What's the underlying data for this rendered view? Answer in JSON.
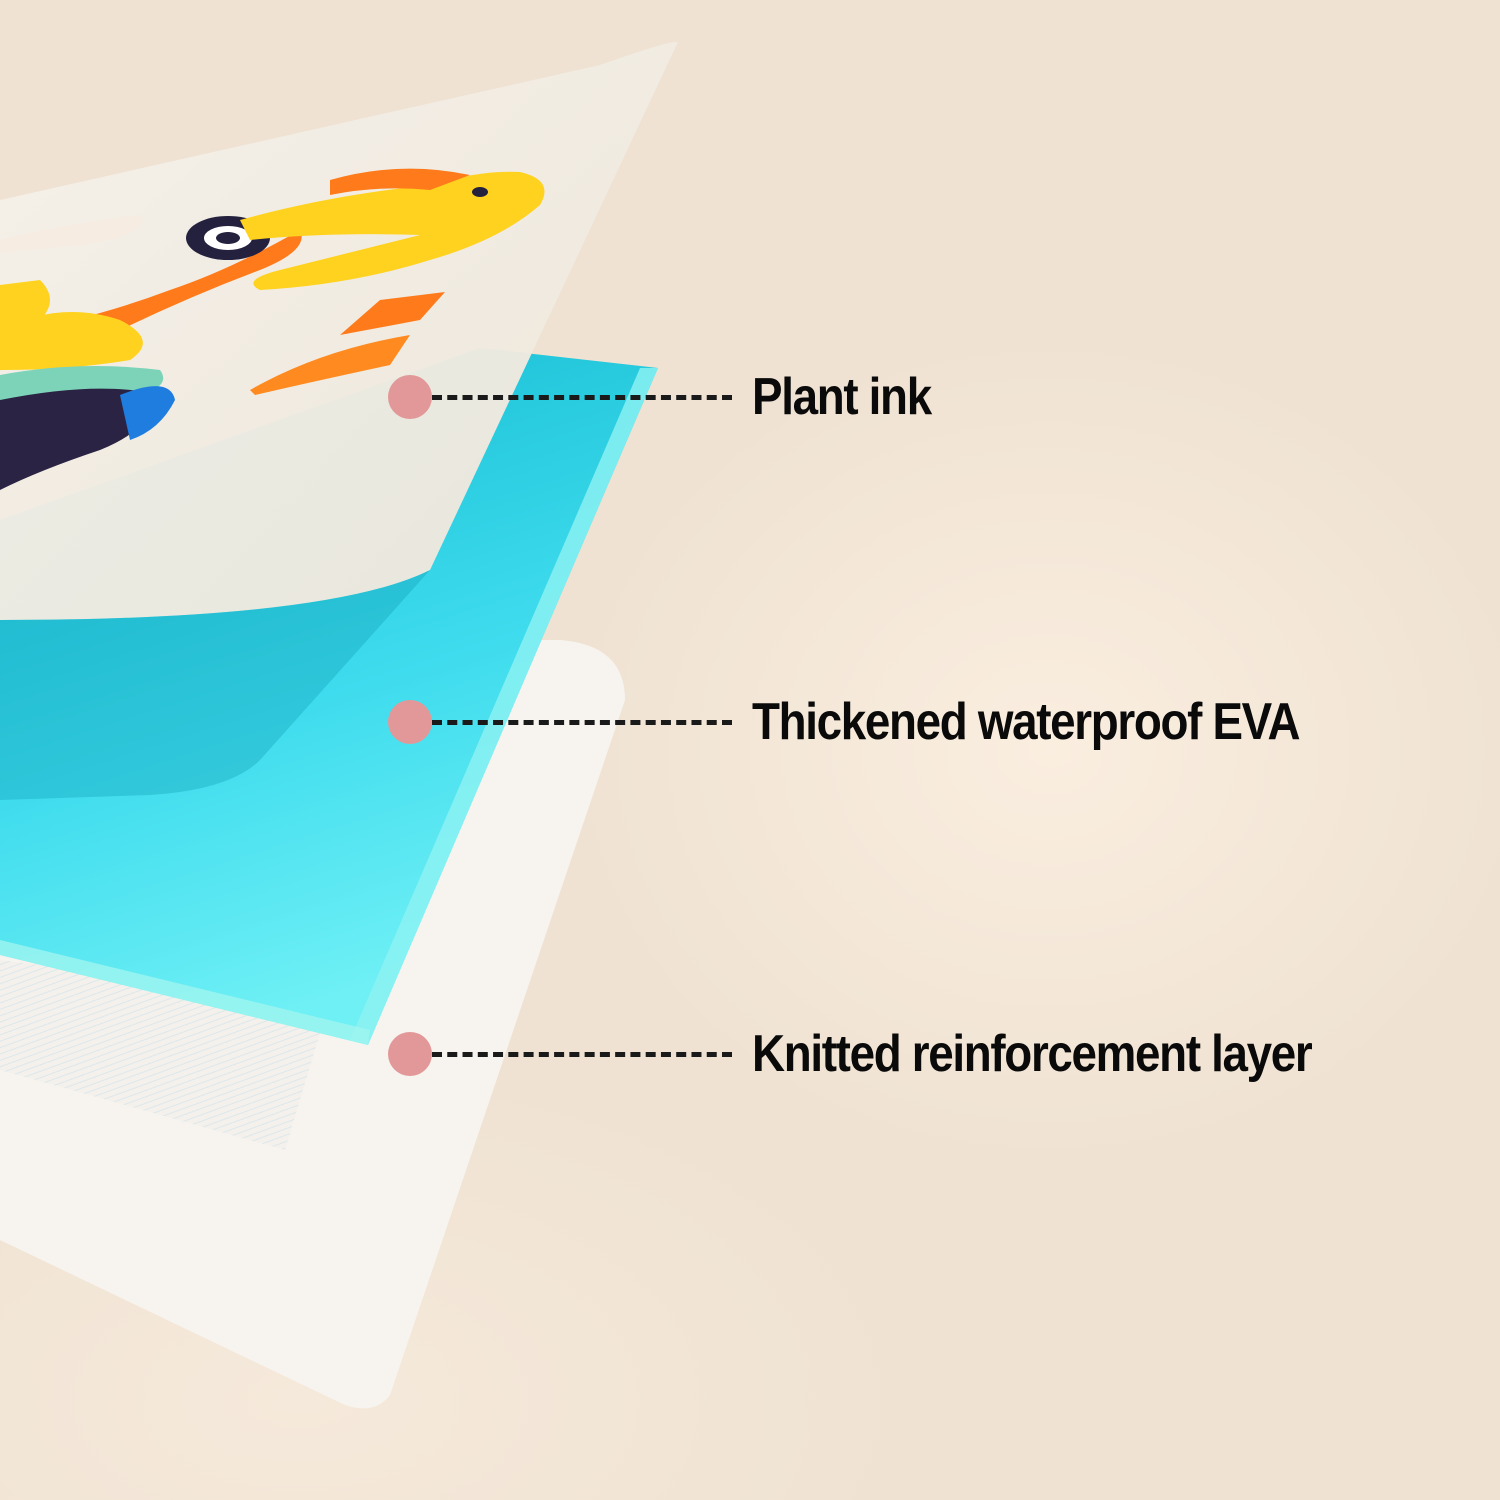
{
  "colors": {
    "background": "#efe2d2",
    "marker": "#e29898",
    "eva_layer": "#2fd3e6",
    "top_sheet": "#f2ede3",
    "knit_layer": "#f6f3ee",
    "label_text": "#0a0a0a"
  },
  "callouts": [
    {
      "label": "Plant ink",
      "layer": "top printed sheet"
    },
    {
      "label": "Thickened waterproof EVA",
      "layer": "cyan EVA layer"
    },
    {
      "label": "Knitted reinforcement layer",
      "layer": "white mesh layer"
    }
  ]
}
